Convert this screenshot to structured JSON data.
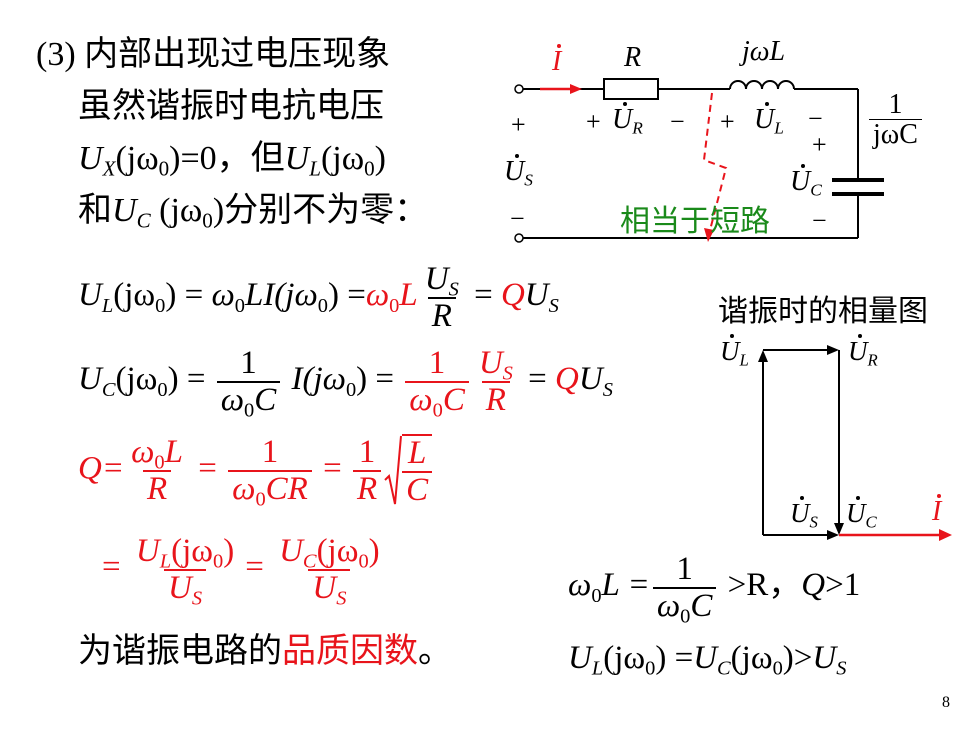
{
  "left": {
    "l1_prefix": "(3) ",
    "l1_text": "内部出现过电压现象",
    "l2_text": "虽然谐振时电抗电压",
    "l3_a": "U",
    "l3_b": "X",
    "l3_c": "(jω",
    "l3_d": "0",
    "l3_e": ")=0，但",
    "l3_f": "U",
    "l3_g": "L",
    "l3_h": "(jω",
    "l3_i": "0",
    "l3_j": ")",
    "l4_a": "和",
    "l4_b": "U",
    "l4_c": "C",
    "l4_d": " (jω",
    "l4_e": "0",
    "l4_f": ")分别不为零：",
    "last_black": "为谐振电路的",
    "last_red": "品质因数",
    "last_end": "。"
  },
  "eq1": {
    "lhs": "U",
    "lhs_sub": "L",
    "arg": "(jω",
    "arg_sub": "0",
    "arg_end": ") = ",
    "mid": "ω",
    "mid_sub": "0",
    "mid2": "LI(jω",
    "mid2_sub": "0",
    "mid2_end": ") =",
    "r1": "ω",
    "r1_sub": "0",
    "r2": "L",
    "fnum": "U",
    "fnum_sub": "S",
    "fden": "R",
    "eq": " = ",
    "q": "Q",
    "us": "U",
    "us_sub": "S"
  },
  "eq2": {
    "lhs": "U",
    "lhs_sub": "C",
    "arg": "(jω",
    "arg_sub": "0",
    "arg_end": ") = ",
    "f1num": "1",
    "f1den": "ω",
    "f1den_sub": "0",
    "f1den2": "C",
    "mid": " I(jω",
    "mid_sub": "0",
    "mid_end": ") = ",
    "f2num": "1",
    "f2den": "ω",
    "f2den_sub": "0",
    "f2den2": "C",
    "f3num": "U",
    "f3num_sub": "S",
    "f3den": "R",
    "eq": " = ",
    "q": "Q",
    "us": "U",
    "us_sub": "S"
  },
  "eq3": {
    "q": "Q=",
    "f1num": "ω",
    "f1num_sub": "0",
    "f1num2": "L",
    "f1den": "R",
    "eq": " = ",
    "f2num": "1",
    "f2den": "ω",
    "f2den_sub": "0",
    "f2den2": "CR",
    "f3num": "1",
    "f3den": "R",
    "snum": "L",
    "sden": "C"
  },
  "eq4": {
    "eq": "= ",
    "f1num": "U",
    "f1num_sub": "L",
    "f1num2": "(jω",
    "f1num2_sub": "0",
    "f1num3": ")",
    "f1den": "U",
    "f1den_sub": "S",
    "f2num": "U",
    "f2num_sub": "C",
    "f2num2": "(jω",
    "f2num2_sub": "0",
    "f2num3": ")",
    "f2den": "U",
    "f2den_sub": "S"
  },
  "eq5": {
    "a": "ω",
    "a_sub": "0",
    "b": "L =",
    "fnum": "1",
    "fden": "ω",
    "fden_sub": "0",
    "fden2": "C",
    "c": " >R，",
    "d": "Q",
    "e": ">1"
  },
  "eq6": {
    "a": "U",
    "a_sub": "L",
    "b": "(jω",
    "b_sub": "0",
    "c": ") =",
    "d": "U",
    "d_sub": "C",
    "e": "(jω",
    "e_sub": "0",
    "f": ")>",
    "g": "U",
    "g_sub": "S"
  },
  "circuit": {
    "I_label": "I",
    "R_label": "R",
    "jwL_label": "jωL",
    "plus1": "+",
    "plus2": "+",
    "UR": "U",
    "UR_sub": "R",
    "minus2": "−",
    "plus3": "+",
    "UL": "U",
    "UL_sub": "L",
    "minus3": "−",
    "cap_num": "1",
    "cap_den": "jωC",
    "plus4": "+",
    "UC": "U",
    "UC_sub": "C",
    "minus4": "−",
    "US": "U",
    "US_sub": "S",
    "minus1": "−",
    "short_label": "相当于短路"
  },
  "phasor": {
    "title": "谐振时的相量图",
    "UL": "U",
    "UL_sub": "L",
    "UR": "U",
    "UR_sub": "R",
    "US": "U",
    "US_sub": "S",
    "UC": "U",
    "UC_sub": "C",
    "I": "I"
  },
  "page_number": "8",
  "colors": {
    "accent_red": "#e8141b",
    "green": "#1a8a1a",
    "text": "#000000"
  }
}
